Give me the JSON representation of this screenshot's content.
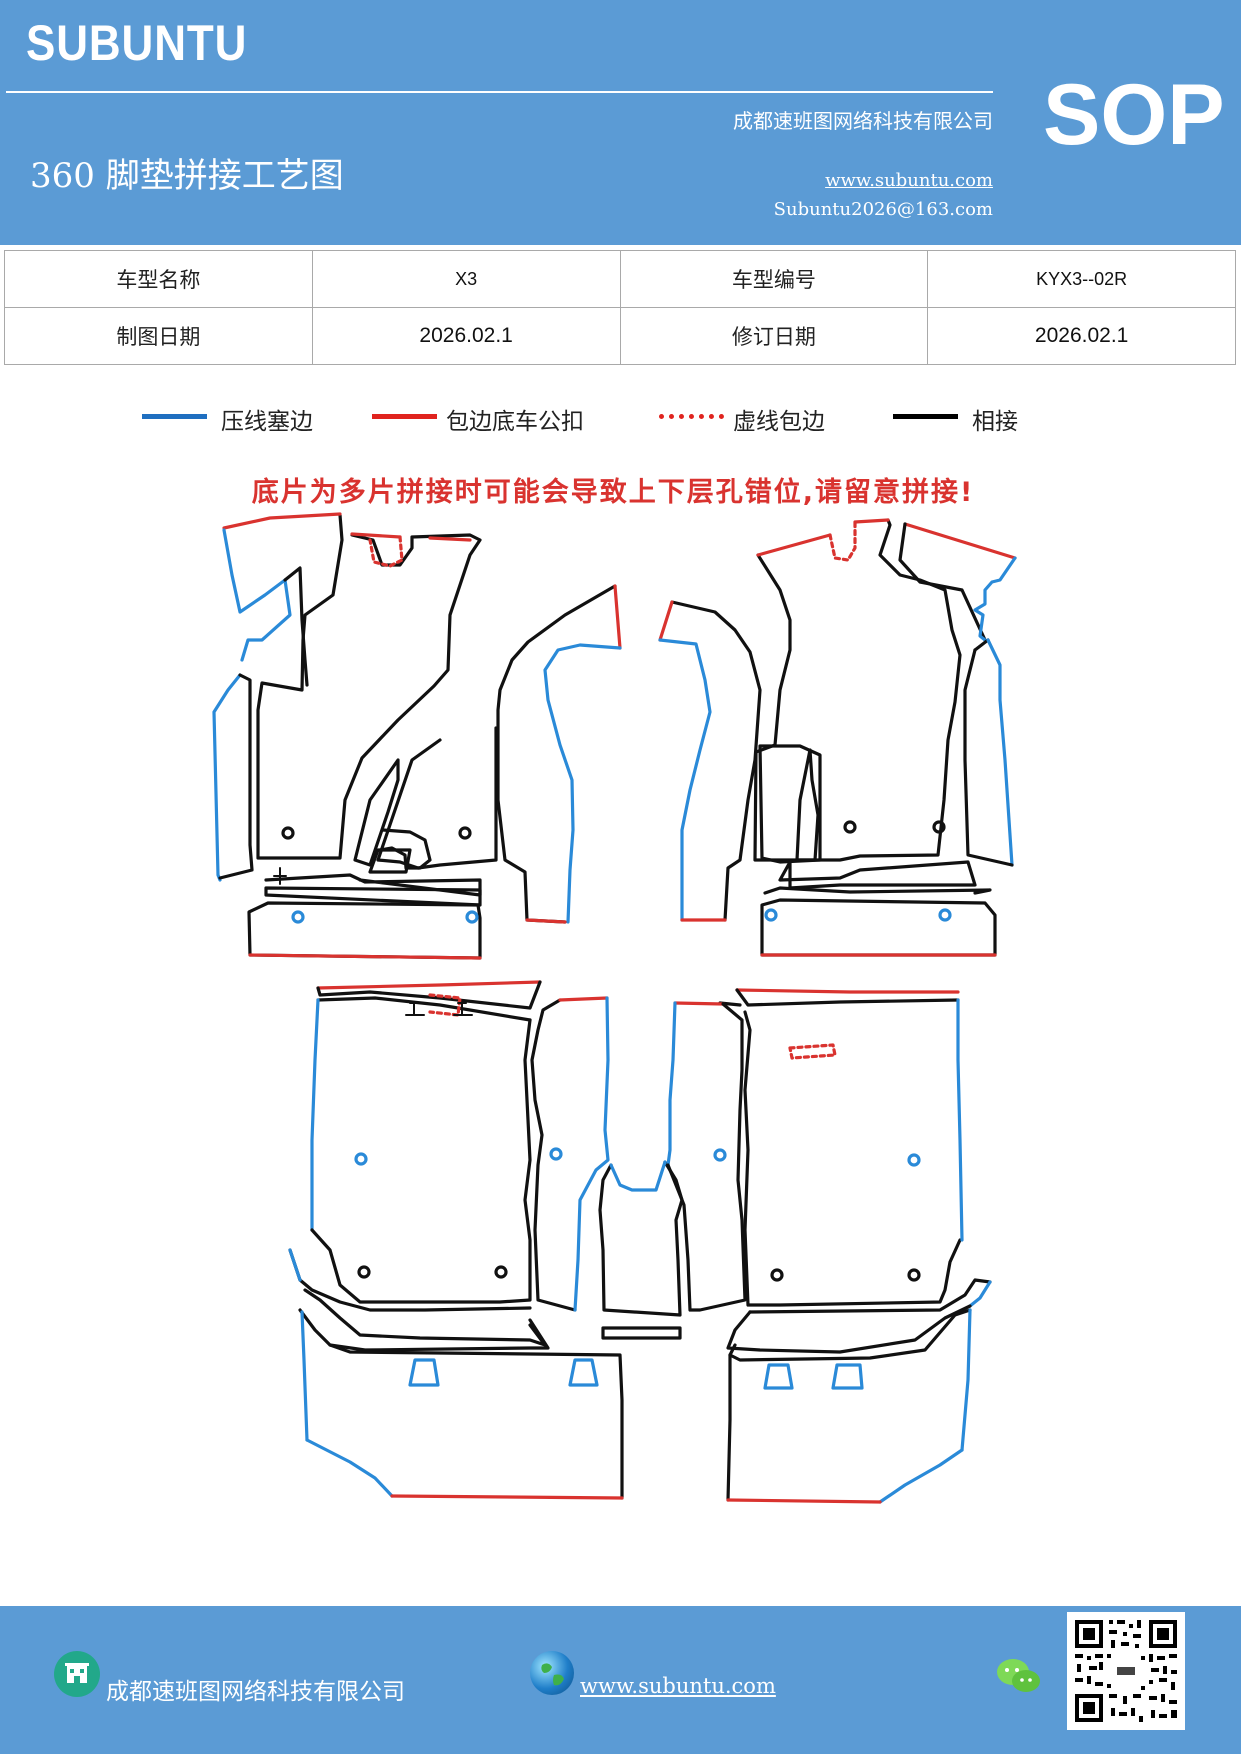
{
  "header": {
    "logo": "SUBUNTU",
    "company": "成都速班图网络科技有限公司",
    "title": "360 脚垫拼接工艺图",
    "website": "www.subuntu.com",
    "email": "Subuntu2026@163.com",
    "badge": "SOP"
  },
  "info": {
    "model_name_label": "车型名称",
    "model_name": "X3",
    "model_code_label": "车型编号",
    "model_code": "KYX3--02R",
    "draw_date_label": "制图日期",
    "draw_date": "2026.02.1",
    "revise_date_label": "修订日期",
    "revise_date": "2026.02.1"
  },
  "legend": [
    {
      "label": "压线塞边",
      "color": "#1f6fc0",
      "style": "solid"
    },
    {
      "label": "包边底车公扣",
      "color": "#e0231e",
      "style": "solid"
    },
    {
      "label": "虚线包边",
      "color": "#e0231e",
      "style": "dotted"
    },
    {
      "label": "相接",
      "color": "#000000",
      "style": "solid"
    }
  ],
  "warning": "底片为多片拼接时可能会导致上下层孔错位,请留意拼接!",
  "colors": {
    "header_bg": "#5b9bd5",
    "blue_line": "#2a8ad8",
    "red_line": "#d9332f",
    "black_line": "#111111"
  },
  "footer": {
    "company": "成都速班图网络科技有限公司",
    "website": "www.subuntu.com",
    "icons": [
      "building-icon",
      "globe-icon",
      "wechat-icon",
      "qr-code"
    ]
  }
}
